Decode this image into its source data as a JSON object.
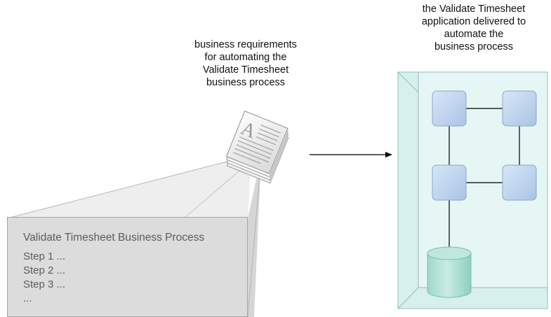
{
  "requirements_caption": [
    "business requirements",
    "for automating the",
    "Validate Timesheet",
    "business process"
  ],
  "application_caption": [
    "the Validate Timesheet",
    "application delivered to",
    "automate the",
    "business process"
  ],
  "process_box": {
    "title": "Validate Timesheet Business Process",
    "steps": [
      "Step 1 ...",
      "Step 2 ...",
      "Step 3 ...",
      "..."
    ]
  },
  "document_glyph": "A",
  "colors": {
    "app_container_fill": "#d7efed",
    "app_container_border": "#8fbfbb",
    "node_fill": "#bcd4ef",
    "node_border": "#8aa8cc",
    "database_fill": "#a9ddd0",
    "process_box_fill": "#dcdcdc",
    "connector": "#000000"
  }
}
